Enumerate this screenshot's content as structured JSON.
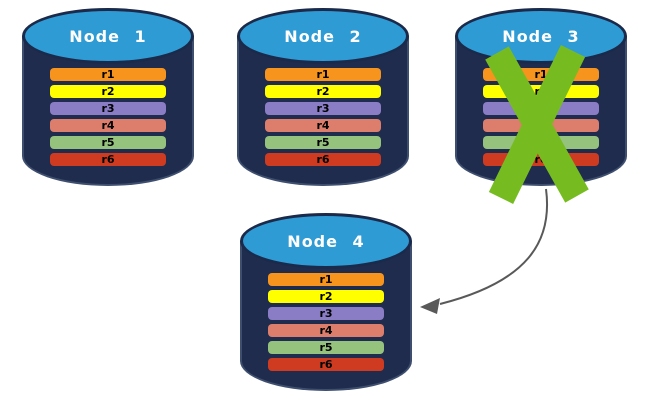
{
  "diagram": {
    "description": "Replicated database nodes; failed node data re-replicated to new node",
    "background": "#FFFFFF"
  },
  "colors": {
    "cylinder_body": "#1F2C4E",
    "cylinder_edge": "#3E4E6E",
    "cylinder_top": "#2E9BD5",
    "node_label_text": "#FFFFFF",
    "row_label_text": "#000000",
    "failure_x": "#76BC21",
    "arrow": "#595959"
  },
  "nodes": [
    {
      "label": "Node 1",
      "failed": false,
      "rows": [
        {
          "label": "r1",
          "color": "#F7941E"
        },
        {
          "label": "r2",
          "color": "#FFFF00"
        },
        {
          "label": "r3",
          "color": "#8B7CC6"
        },
        {
          "label": "r4",
          "color": "#DC7E6B"
        },
        {
          "label": "r5",
          "color": "#95C27D"
        },
        {
          "label": "r6",
          "color": "#CE3B20"
        }
      ]
    },
    {
      "label": "Node 2",
      "failed": false,
      "rows": [
        {
          "label": "r1",
          "color": "#F7941E"
        },
        {
          "label": "r2",
          "color": "#FFFF00"
        },
        {
          "label": "r3",
          "color": "#8B7CC6"
        },
        {
          "label": "r4",
          "color": "#DC7E6B"
        },
        {
          "label": "r5",
          "color": "#95C27D"
        },
        {
          "label": "r6",
          "color": "#CE3B20"
        }
      ]
    },
    {
      "label": "Node 3",
      "failed": true,
      "rows": [
        {
          "label": "r1",
          "color": "#F7941E"
        },
        {
          "label": "r2",
          "color": "#FFFF00"
        },
        {
          "label": "r3",
          "color": "#8B7CC6"
        },
        {
          "label": "r4",
          "color": "#DC7E6B"
        },
        {
          "label": "r5",
          "color": "#95C27D"
        },
        {
          "label": "r6",
          "color": "#CE3B20"
        }
      ]
    },
    {
      "label": "Node 4",
      "failed": false,
      "rows": [
        {
          "label": "r1",
          "color": "#F7941E"
        },
        {
          "label": "r2",
          "color": "#FFFF00"
        },
        {
          "label": "r3",
          "color": "#8B7CC6"
        },
        {
          "label": "r4",
          "color": "#DC7E6B"
        },
        {
          "label": "r5",
          "color": "#95C27D"
        },
        {
          "label": "r6",
          "color": "#CE3B20"
        }
      ]
    }
  ],
  "arrow": {
    "from": "Node 3",
    "to": "Node 4"
  }
}
